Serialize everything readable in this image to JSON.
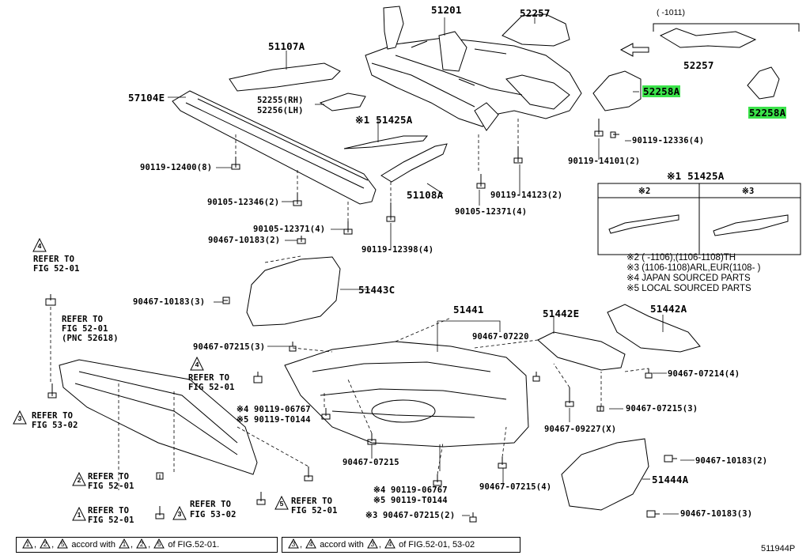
{
  "diagram_code": "511944P",
  "serial_range_top": "(      -1011)",
  "callouts": {
    "c51201": "51201",
    "c52257a": "52257",
    "c52257b": "52257",
    "c52258a_1": "52258A",
    "c52258a_2": "52258A",
    "c51107a": "51107A",
    "c57104e": "57104E",
    "c52255": "52255(RH)",
    "c52256": "52256(LH)",
    "c51425a_1": "※1 51425A",
    "c51425a_2": "※1 51425A",
    "c51108a": "51108A",
    "c90119_12336": "90119-12336(4)",
    "c90119_14101": "90119-14101(2)",
    "c90119_12400": "90119-12400(8)",
    "c90119_14123": "90119-14123(2)",
    "c90105_12346": "90105-12346(2)",
    "c90105_12371a": "90105-12371(4)",
    "c90105_12371b": "90105-12371(4)",
    "c90467_10183a": "90467-10183(2)",
    "c90119_12398": "90119-12398(4)",
    "c51443c": "51443C",
    "c90467_10183b": "90467-10183(3)",
    "c51441": "51441",
    "c51442e": "51442E",
    "c51442a": "51442A",
    "c90467_07220": "90467-07220",
    "c90467_07215a": "90467-07215(3)",
    "c90467_07214": "90467-07214(4)",
    "c90467_07215b": "90467-07215(3)",
    "c90467_09227": "90467-09227(X)",
    "c90119_06767a_l1": "※4 90119-06767",
    "c90119_06767a_l2": "※5 90119-T0144",
    "c90467_07215c": "90467-07215",
    "c90119_06767b_l1": "※4 90119-06767",
    "c90119_06767b_l2": "※5 90119-T0144",
    "c90467_07215d": "90467-07215(4)",
    "c90467_07215e": "※3 90467-07215(2)",
    "c90467_10183c": "90467-10183(2)",
    "c51444a": "51444A",
    "c90467_10183d": "90467-10183(3)"
  },
  "inset": {
    "title": "※1 51425A",
    "col1": "※2",
    "col2": "※3"
  },
  "notes": [
    "※2 (       -1106),(1106-1108)TH",
    "※3 (1106-1108)ARL,EUR(1108-       )",
    "※4 JAPAN SOURCED PARTS",
    "※5 LOCAL SOURCED PARTS"
  ],
  "refers": {
    "r1_num": "4",
    "r1_l1": "REFER TO",
    "r1_l2": "FIG 52-01",
    "r2_l1": "REFER TO",
    "r2_l2": "FIG 52-01",
    "r2_l3": "(PNC 52618)",
    "r3_num": "4",
    "r3_l1": "REFER TO",
    "r3_l2": "FIG 52-01",
    "r4_num": "3",
    "r4_l1": "REFER TO",
    "r4_l2": "FIG 53-02",
    "r5_num": "2",
    "r5_l1": "REFER TO",
    "r5_l2": "FIG 52-01",
    "r6_num": "1",
    "r6_l1": "REFER TO",
    "r6_l2": "FIG 52-01",
    "r7_num": "3",
    "r7_l1": "REFER TO",
    "r7_l2": "FIG 53-02",
    "r8_num": "5",
    "r8_l1": "REFER TO",
    "r8_l2": "FIG 52-01"
  },
  "footer": {
    "left": {
      "tri": [
        "1",
        "2",
        "5"
      ],
      "mid": "accord with",
      "tri2": [
        "1",
        "2",
        "5"
      ],
      "end": "of FIG.52-01."
    },
    "right": {
      "tri": [
        "3",
        "4"
      ],
      "mid": "accord with",
      "tri2": [
        "3",
        "4"
      ],
      "end": "of FIG.52-01, 53-02"
    }
  }
}
